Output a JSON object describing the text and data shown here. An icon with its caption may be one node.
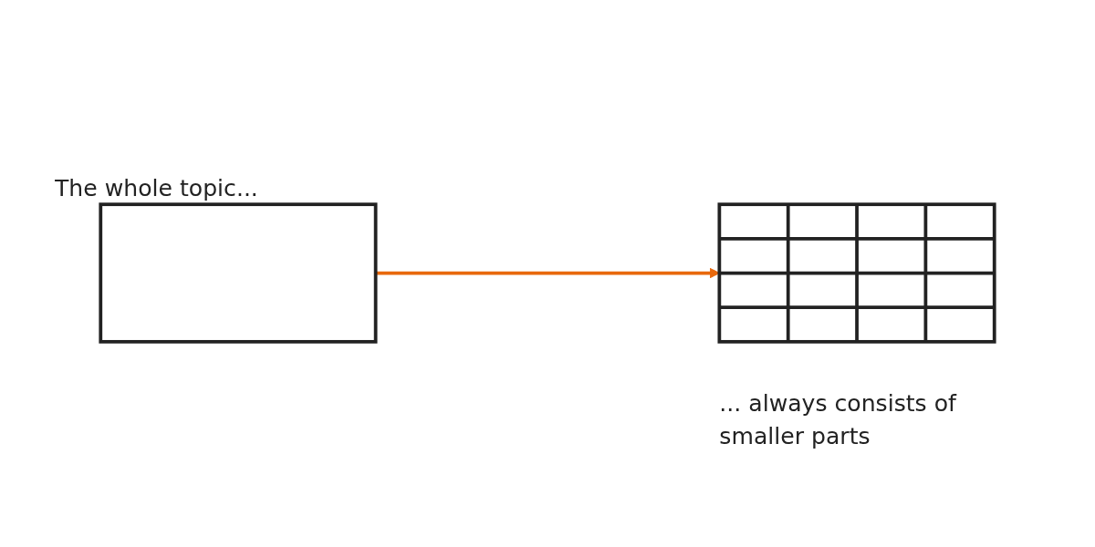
{
  "diagram": {
    "nodes": [
      {
        "text": [],
        "shape": "box",
        "beside": [
          "The whole topic..."
        ]
      },
      {
        "text": [],
        "shape": "grid",
        "beside": [
          "... always consists of smaller parts"
        ]
      }
    ],
    "edges": [
      {
        "from": 0,
        "to": 1,
        "arrow": "to",
        "color": "#e8680c"
      }
    ]
  }
}
